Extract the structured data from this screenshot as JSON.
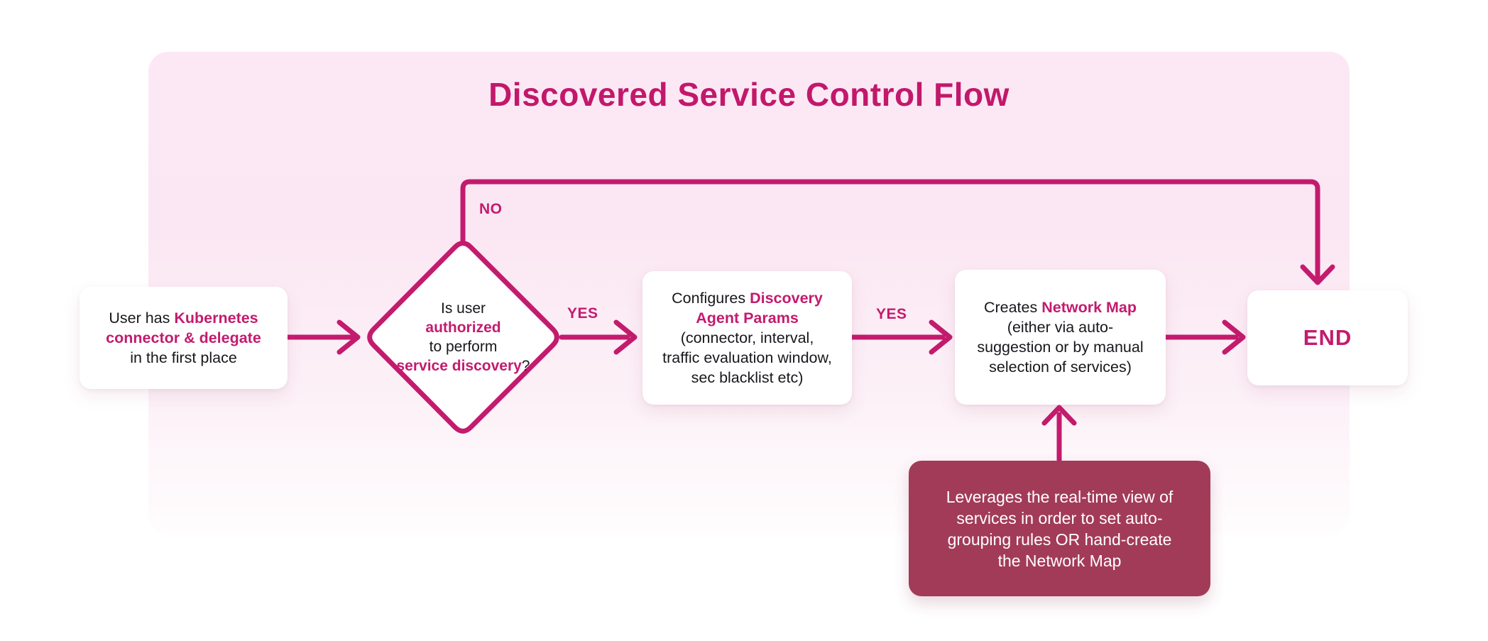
{
  "title": "Discovered Service Control Flow",
  "labels": {
    "no": "NO",
    "yes_decision": "YES",
    "yes_configure": "YES"
  },
  "nodes": {
    "start": {
      "line1_normal": "User has ",
      "line1_accent": "Kubernetes",
      "line2_accent": "connector & delegate",
      "line3_normal": "in the first place"
    },
    "decision": {
      "line1": "Is user",
      "line2_accent": "authorized",
      "line3": "to perform",
      "line4_accent": "service discovery",
      "line4_suffix": "?"
    },
    "configure": {
      "line1_normal": "Configures ",
      "line1_accent": "Discovery",
      "line2_accent": "Agent Params",
      "line3": "(connector, interval,",
      "line4": "traffic evaluation window,",
      "line5": "sec blacklist etc)"
    },
    "create_map": {
      "line1_normal": "Creates ",
      "line1_accent": "Network Map",
      "line2": "(either via auto-",
      "line3": "suggestion or by manual",
      "line4": "selection of services)"
    },
    "end": {
      "label": "END"
    },
    "note": {
      "line1": "Leverages the real-time view of",
      "line2": "services in order to set auto-",
      "line3": "grouping rules OR hand-create",
      "line4": "the Network Map"
    }
  },
  "colors": {
    "accent": "#C31B6E",
    "title": "#C2186B",
    "note_background": "#A23B58",
    "panel_pink": "#FCE8F4",
    "text_dark": "#17181C"
  }
}
